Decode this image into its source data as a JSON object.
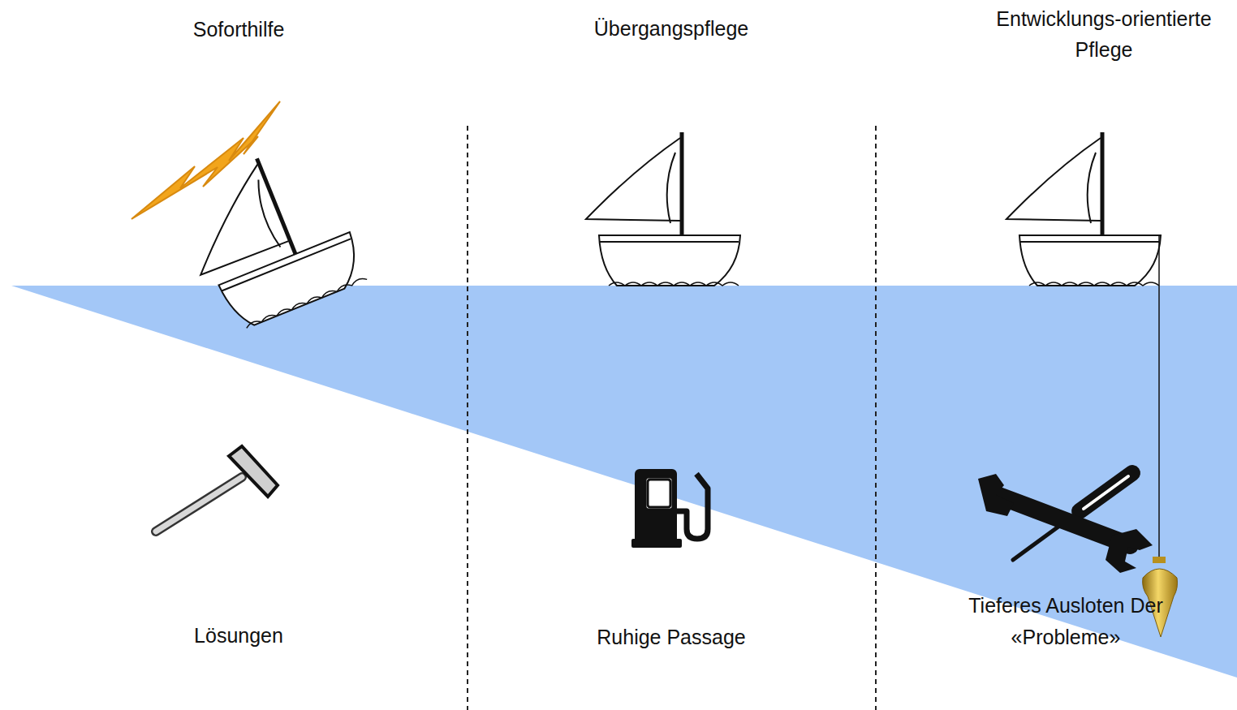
{
  "diagram": {
    "labels": [
      "Soforthilfe",
      "Übergangspflege",
      "Entwicklungs-orientierte Pflege",
      "Lösungen",
      "Ruhige Passage",
      "Tieferes Ausloten Der «Probleme»"
    ]
  }
}
